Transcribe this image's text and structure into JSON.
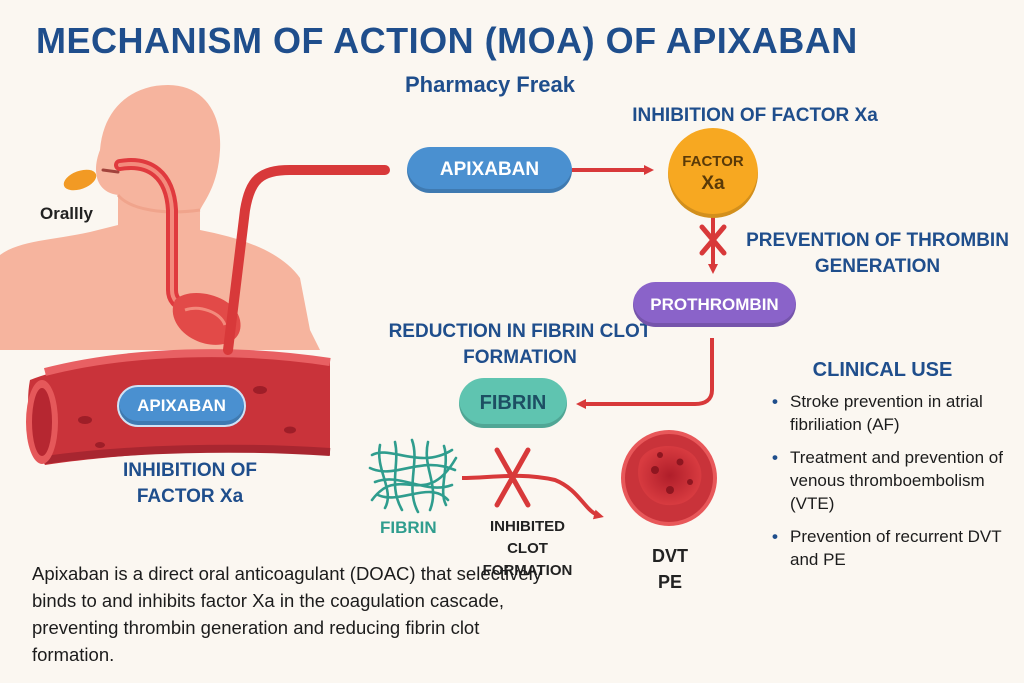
{
  "title": "MECHANISM OF ACTION (MOA) OF APIXABAN",
  "subtitle": "Pharmacy Freak",
  "labels": {
    "orally": "Orallly",
    "inhibition_factor_xa_top": "INHIBITION OF FACTOR Xa",
    "prevention_thrombin": "PREVENTION OF THROMBIN GENERATION",
    "reduction_fibrin": "REDUCTION IN FIBRIN CLOT FORMATION",
    "inhibition_factor_xa_left": "INHIBITION OF FACTOR Xa",
    "fibrin_mesh": "FIBRIN",
    "inhibited_clot": "INHIBITED CLOT FORMATION",
    "dvt_pe": "DVT PE"
  },
  "nodes": {
    "apixaban_main": "APIXABAN",
    "factor_xa_line1": "FACTOR",
    "factor_xa_line2": "Xa",
    "prothrombin": "PROTHROMBIN",
    "fibrin": "FIBRIN",
    "apixaban_blood": "APIXABAN"
  },
  "clinical_use": {
    "heading": "CLINICAL USE",
    "items": [
      "Stroke prevention in atrial fibriliation (AF)",
      "Treatment and prevention of venous thromboembolism (VTE)",
      "Prevention of recurrent DVT and PE"
    ]
  },
  "description": "Apixaban is a direct oral anticoagulant (DOAC) that selectively binds to and inhibits factor Xa in the coagulation cascade, preventing thrombin generation and reducing fibrin clot formation.",
  "colors": {
    "title_blue": "#1f4e8c",
    "apixaban_pill": "#4a90d0",
    "factor_xa": "#f7a821",
    "prothrombin": "#8a63c9",
    "fibrin": "#5fc4b0",
    "arrow_red": "#d8393a",
    "blood_vessel": "#c9333a",
    "skin": "#f6b49e"
  }
}
